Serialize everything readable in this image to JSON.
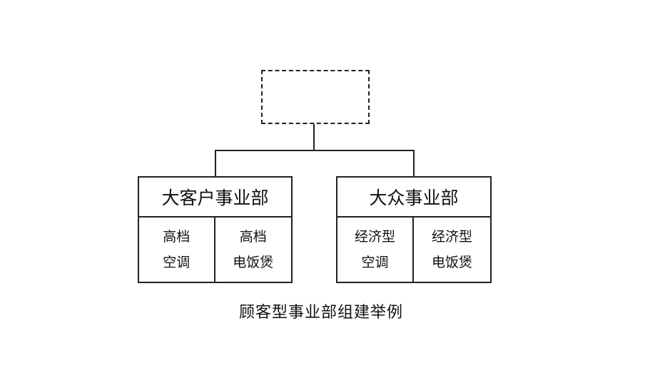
{
  "diagram": {
    "top_box": {
      "label": ""
    },
    "departments": [
      {
        "title": "大客户事业部",
        "products": [
          {
            "line1": "高档",
            "line2": "空调"
          },
          {
            "line1": "高档",
            "line2": "电饭煲"
          }
        ]
      },
      {
        "title": "大众事业部",
        "products": [
          {
            "line1": "经济型",
            "line2": "空调"
          },
          {
            "line1": "经济型",
            "line2": "电饭煲"
          }
        ]
      }
    ],
    "caption": "顾客型事业部组建举例"
  }
}
